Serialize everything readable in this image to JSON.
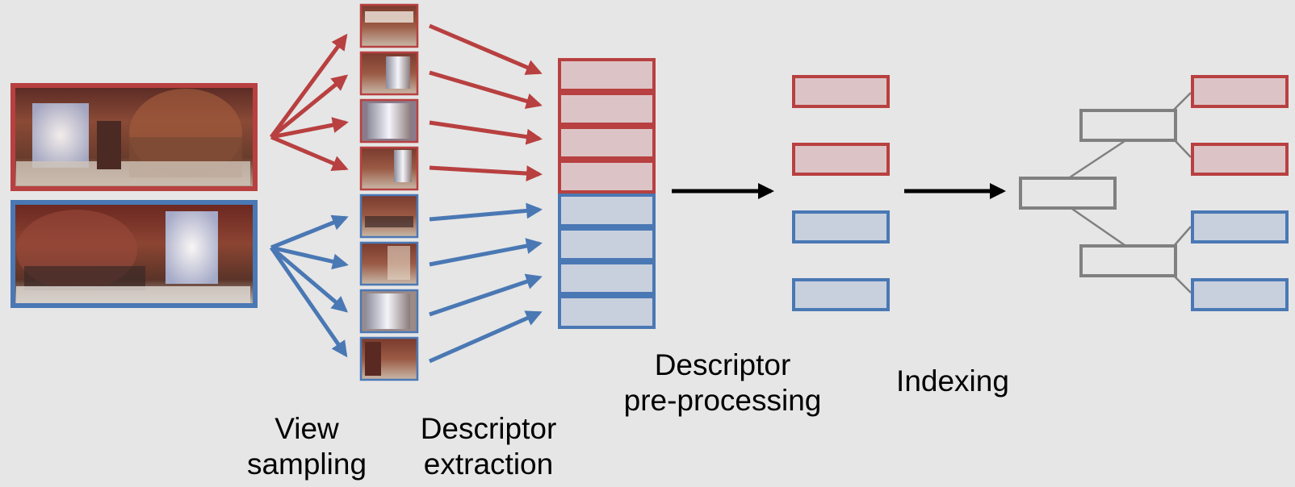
{
  "colors": {
    "background": "#e6e6e6",
    "red": "#b84040",
    "red_fill": "#dcc4c6",
    "blue": "#4a78b4",
    "blue_fill": "#c8d0de",
    "gray": "#808080",
    "black": "#000000"
  },
  "panoramas": [
    {
      "name": "panorama-red",
      "color": "red"
    },
    {
      "name": "panorama-blue",
      "color": "blue"
    }
  ],
  "view_thumbnails": [
    "red",
    "red",
    "red",
    "red",
    "blue",
    "blue",
    "blue",
    "blue"
  ],
  "descriptor_stack": [
    "red",
    "red",
    "red",
    "red",
    "blue",
    "blue",
    "blue",
    "blue"
  ],
  "preprocessed_descriptors": [
    "red",
    "red",
    "blue",
    "blue"
  ],
  "index_tree": {
    "nodes": 3,
    "leaves": [
      "red",
      "red",
      "blue",
      "blue"
    ]
  },
  "labels": {
    "view_sampling": [
      "View",
      "sampling"
    ],
    "descriptor_extraction": [
      "Descriptor",
      "extraction"
    ],
    "descriptor_preprocessing": [
      "Descriptor",
      "pre-processing"
    ],
    "indexing": [
      "Indexing"
    ]
  }
}
